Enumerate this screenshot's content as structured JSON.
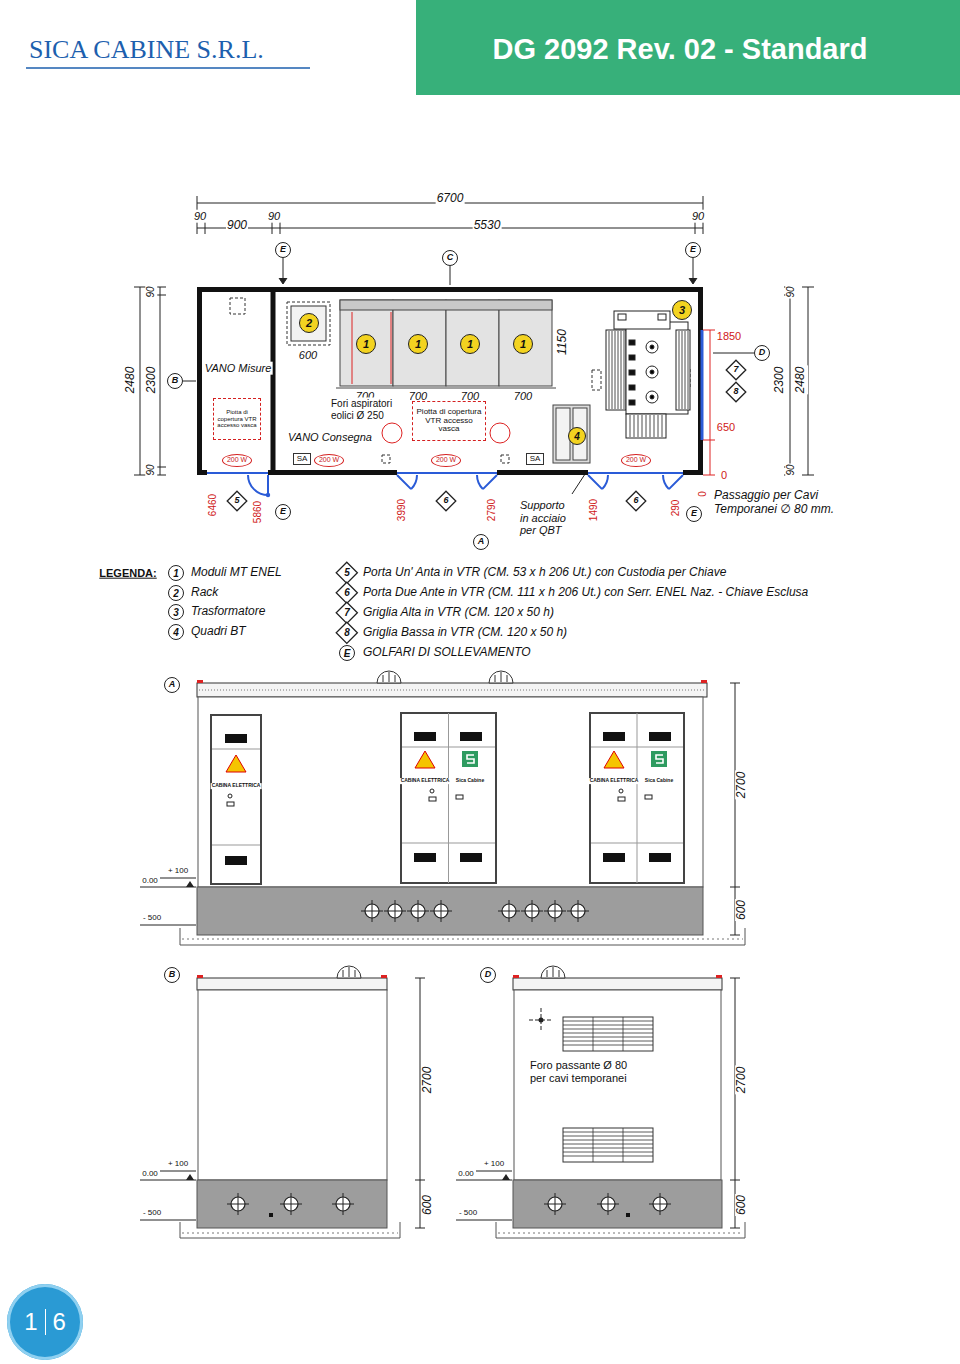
{
  "diagram": {
    "title": "DG 2092 Rev. 02 - Standard",
    "nodes": [
      {
        "text": [
          "E"
        ]
      },
      {
        "text": [
          "C"
        ]
      },
      {
        "text": [
          "E"
        ]
      },
      {
        "text": [
          "2"
        ]
      },
      {
        "text": [
          "3"
        ]
      },
      {
        "text": [
          "B"
        ]
      },
      {
        "text": [
          "1"
        ]
      },
      {
        "text": [
          "1"
        ]
      },
      {
        "text": [
          "1"
        ]
      },
      {
        "text": [
          "1"
        ]
      },
      {
        "text": [
          "D"
        ]
      },
      {
        "text": [
          "7"
        ]
      },
      {
        "text": [
          "8"
        ]
      },
      {
        "text": [
          "Piotta di copertura VTR accesso vasca"
        ]
      },
      {
        "text": [
          "Piotta di copertura VTR accesso vasca"
        ]
      },
      {
        "text": [
          "4"
        ]
      },
      {
        "text": [
          "200 W"
        ]
      },
      {
        "text": [
          "SA"
        ]
      },
      {
        "text": [
          "200 W"
        ]
      },
      {
        "text": [
          "200 W"
        ]
      },
      {
        "text": [
          "SA"
        ]
      },
      {
        "text": [
          "200 W"
        ]
      },
      {
        "text": [
          "5"
        ]
      },
      {
        "text": [
          "E"
        ]
      },
      {
        "text": [
          "6"
        ]
      },
      {
        "text": [
          "6"
        ]
      },
      {
        "text": [
          "E"
        ]
      },
      {
        "text": [
          "A"
        ]
      },
      {
        "text": [
          "1"
        ]
      },
      {
        "text": [
          "5"
        ]
      },
      {
        "text": [
          "2"
        ]
      },
      {
        "text": [
          "6"
        ]
      },
      {
        "text": [
          "3"
        ]
      },
      {
        "text": [
          "7"
        ]
      },
      {
        "text": [
          "4"
        ]
      },
      {
        "text": [
          "8"
        ]
      },
      {
        "text": [
          "E"
        ]
      },
      {
        "text": [
          "A"
        ]
      },
      {
        "text": [
          "B"
        ]
      },
      {
        "text": [
          "D"
        ]
      },
      {
        "text": [
          "1",
          "6"
        ]
      }
    ],
    "labels": [
      "SICA CABINE S.R.L.",
      "6700",
      "90",
      "900",
      "90",
      "5530",
      "90",
      "2480",
      "90",
      "2300",
      "90",
      "90",
      "2300",
      "2480",
      "90",
      "600",
      "VANO Misure",
      "1150",
      "1850",
      "700",
      "700",
      "700",
      "700",
      "Fori aspiratori eolici Ø 250",
      "VANO Consegna",
      "650",
      "0",
      "6460",
      "5860",
      "3990",
      "2790",
      "1490",
      "290",
      "0",
      "Supporto in acciaio per QBT",
      "Passaggio per Cavi Temporanei ∅ 80 mm.",
      "LEGENDA:",
      "CABINA ELETTRICA",
      "CABINA ELETTRICA",
      "Sica Cabine",
      "CABINA ELETTRICA",
      "Sica Cabine",
      "+ 100",
      "0.00",
      "- 500",
      "2700",
      "600",
      "+ 100",
      "0.00",
      "- 500",
      "2700",
      "600",
      "+ 100",
      "0.00",
      "- 500",
      "Foro passante Ø 80 per cavi temporanei",
      "2700",
      "600"
    ],
    "legend": [
      {
        "text": "Moduli MT ENEL"
      },
      {
        "text": "Porta Un' Anta in VTR (CM. 53 x h 206 Ut.) con Custodia per Chiave"
      },
      {
        "text": "Rack"
      },
      {
        "text": "Porta Due Ante in VTR (CM. 111 x h 206 Ut.) con Serr. ENEL Naz. - Chiave Esclusa"
      },
      {
        "text": "Trasformatore"
      },
      {
        "text": "Griglia Alta in VTR (CM. 120 x 50 h)"
      },
      {
        "text": "Quadri BT"
      },
      {
        "text": "Griglia Bassa in VTR (CM. 120 x 50 h)"
      },
      {
        "text": "GOLFARI DI SOLLEVAMENTO"
      }
    ]
  }
}
